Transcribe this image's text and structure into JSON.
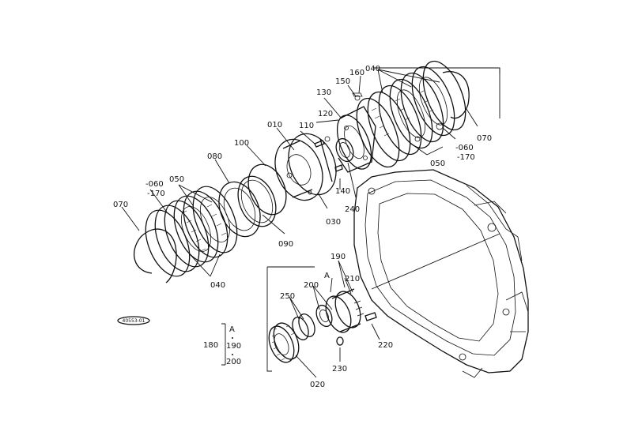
{
  "callouts": {
    "p040_top": "040",
    "p160": "160",
    "p150": "150",
    "p130": "130",
    "p120": "120",
    "p110": "110",
    "p010": "010",
    "p100": "100",
    "p080": "080",
    "p050_left": "050",
    "p060_left": "-060",
    "p170_left": "-170",
    "p070_left": "070",
    "p040_bottom": "040",
    "p090": "090",
    "p030": "030",
    "p140": "140",
    "p240": "240",
    "p050_right": "050",
    "p060_right": "-060",
    "p170_right": "-170",
    "p070_right": "070",
    "p190": "190",
    "pA_mid": "A",
    "p210": "210",
    "p200": "200",
    "p250": "250",
    "p220": "220",
    "p230": "230",
    "p020": "020",
    "p180": "180"
  },
  "legend": {
    "a": "A",
    "b": "190",
    "c": "200"
  },
  "drawing_tag": "40553-01"
}
